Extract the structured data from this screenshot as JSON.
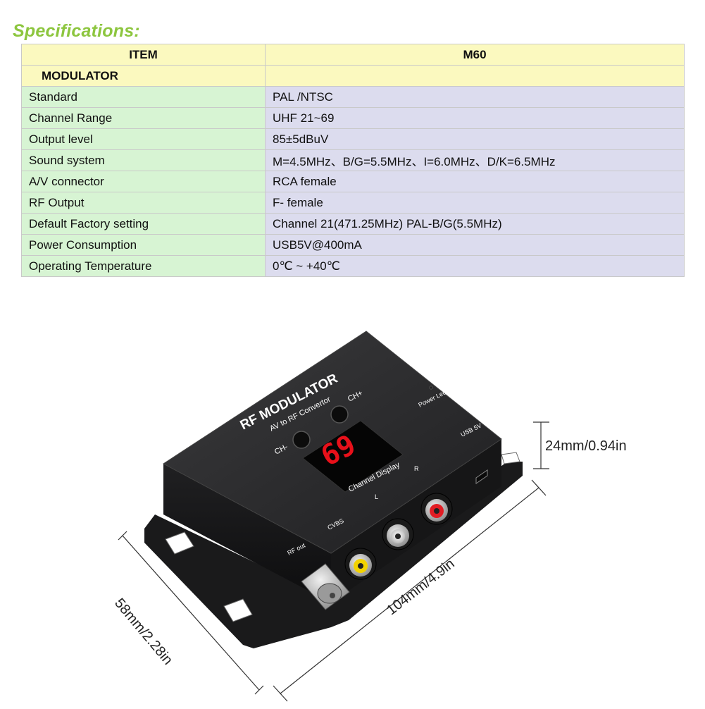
{
  "title": "Specifications:",
  "table": {
    "header": {
      "item": "ITEM",
      "model": "M60"
    },
    "section": "MODULATOR",
    "rows": [
      {
        "key": "Standard",
        "value": "PAL /NTSC"
      },
      {
        "key": "Channel Range",
        "value": "UHF 21~69"
      },
      {
        "key": "Output level",
        "value": "85±5dBuV"
      },
      {
        "key": "Sound system",
        "value": "M=4.5MHz、B/G=5.5MHz、I=6.0MHz、D/K=6.5MHz"
      },
      {
        "key": "A/V connector",
        "value": "RCA female"
      },
      {
        "key": "RF Output",
        "value": "F- female"
      },
      {
        "key": "Default Factory setting",
        "value": "Channel 21(471.25MHz) PAL-B/G(5.5MHz)"
      },
      {
        "key": "Power Consumption",
        "value": "USB5V@400mA"
      },
      {
        "key": "Operating Temperature",
        "value": "0℃ ~ +40℃"
      }
    ]
  },
  "device": {
    "brand": "RF MODULATOR",
    "subtitle": "AV to RF Convertor",
    "ch_minus": "CH-",
    "ch_plus": "CH+",
    "display_value": "69",
    "display_label": "Channel Display",
    "power_led": "Power Led",
    "usb": "USB 5V",
    "rf_out": "RF out",
    "cvbs": "CVBS",
    "left": "L",
    "right": "R"
  },
  "dimensions": {
    "height": "24mm/0.94in",
    "width": "58mm/2.28in",
    "length": "104mm/4.9in"
  },
  "colors": {
    "title": "#8dc63f",
    "header_bg": "#fbf9bf",
    "key_bg": "#d7f4d3",
    "value_bg": "#dcdcee",
    "display_red": "#e8101a"
  }
}
